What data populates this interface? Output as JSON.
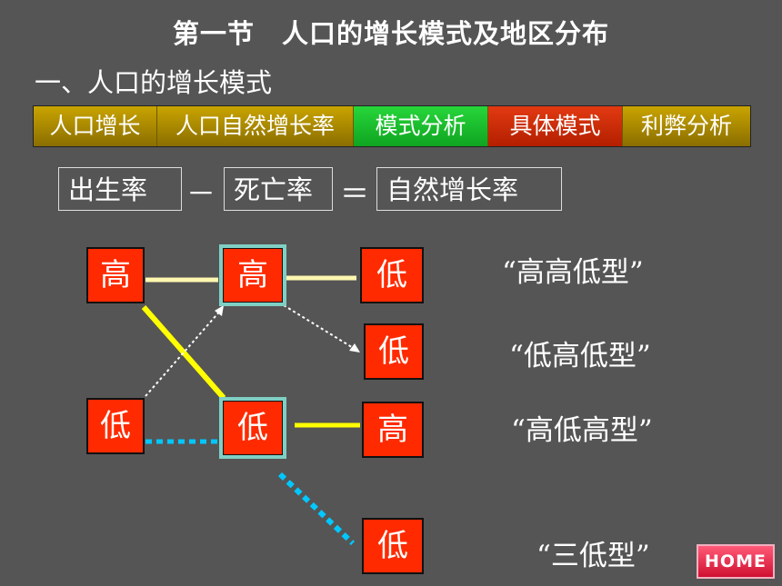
{
  "header": {
    "title": "第一节　人口的增长模式及地区分布",
    "subtitle": "一、人口的增长模式"
  },
  "tabs": [
    {
      "label": "人口增长"
    },
    {
      "label": "人口自然增长率"
    },
    {
      "label": "模式分析"
    },
    {
      "label": "具体模式"
    },
    {
      "label": "利弊分析"
    }
  ],
  "formula": {
    "birth_rate": "出生率",
    "minus": "－",
    "death_rate": "死亡率",
    "equals": "＝",
    "natural_growth_rate": "自然增长率"
  },
  "diagram": {
    "birth_high": "高",
    "birth_low": "低",
    "death_high": "高",
    "death_low": "低",
    "growth_1": "低",
    "growth_2": "低",
    "growth_3": "高",
    "growth_4": "低",
    "type_1": "“高高低型”",
    "type_2": "“低高低型”",
    "type_3": "“高低高型”",
    "type_4": "“三低型”"
  },
  "nav": {
    "home_label": "HOME"
  },
  "colors": {
    "background": "#555555",
    "tab_gold": "#b08e00",
    "tab_green": "#1fc030",
    "tab_red": "#cc2a08",
    "node_red": "#ff2a00",
    "line_yellow": "#ffff00",
    "line_cream": "#fff8b0",
    "line_cyan": "#00c8ff"
  }
}
